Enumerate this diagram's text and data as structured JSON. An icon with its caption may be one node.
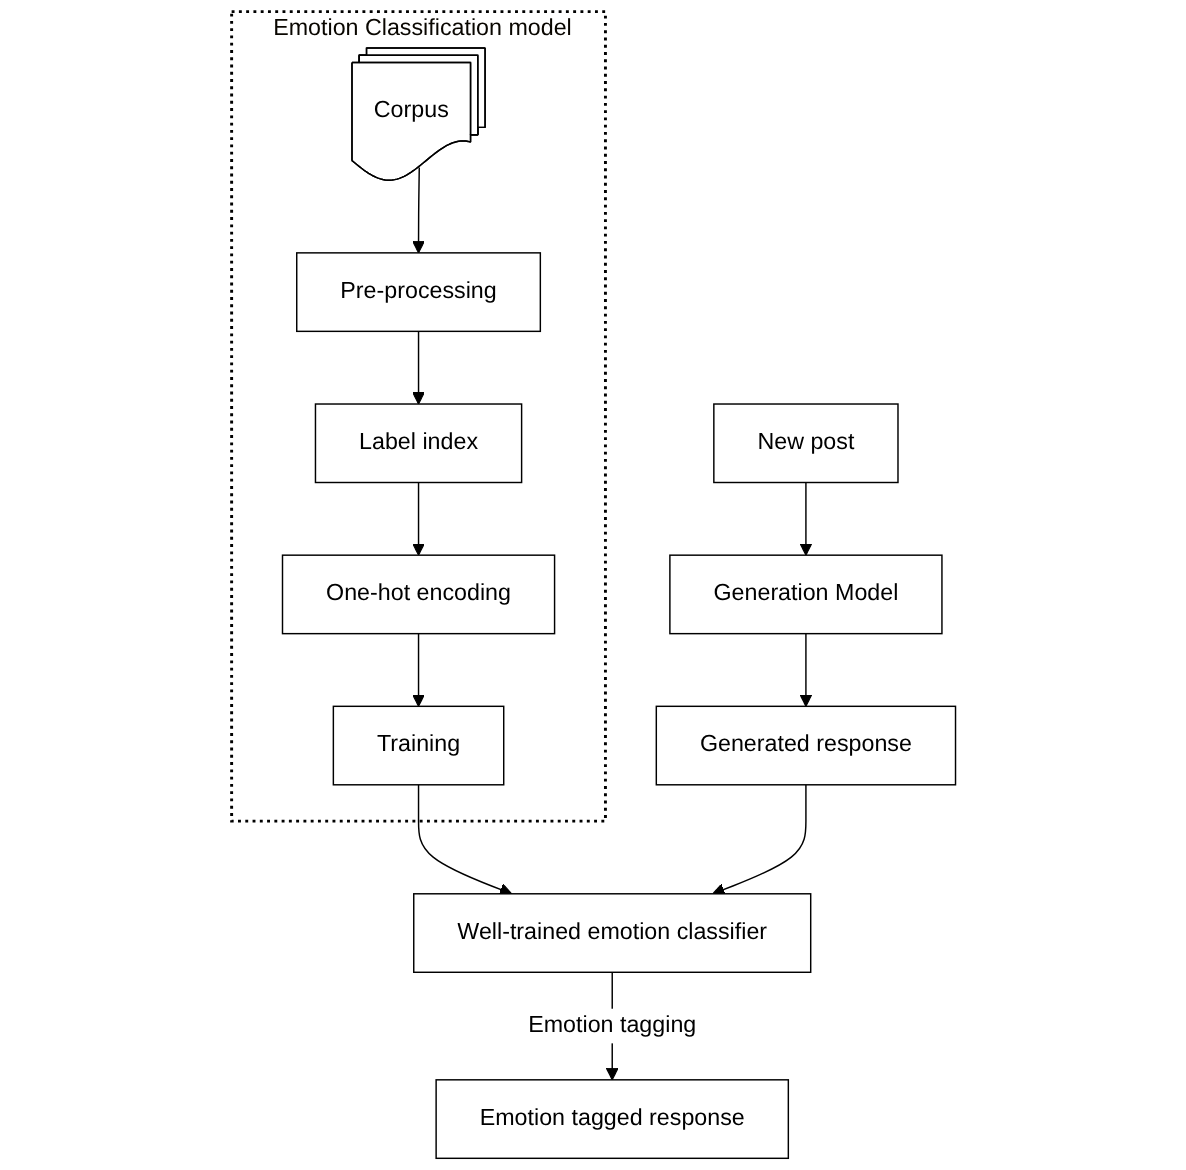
{
  "diagram": {
    "nodes": [
      {
        "text": [
          "Emotion Classification model"
        ]
      },
      {
        "text": [
          "Corpus"
        ],
        "in": 0
      },
      {
        "text": [
          "Pre-processing"
        ],
        "in": 0
      },
      {
        "text": [
          "Label index"
        ],
        "in": 0
      },
      {
        "text": [
          "One-hot encoding"
        ],
        "in": 0
      },
      {
        "text": [
          "Training"
        ],
        "in": 0
      },
      {
        "text": [
          "New post"
        ]
      },
      {
        "text": [
          "Generation Model"
        ]
      },
      {
        "text": [
          "Generated response"
        ]
      },
      {
        "text": [
          "Well-trained emotion classifier"
        ]
      },
      {
        "text": [
          "Emotion tagged response"
        ]
      }
    ],
    "edges": [
      {
        "from": 1,
        "to": 2,
        "arrow": "to"
      },
      {
        "from": 2,
        "to": 3,
        "arrow": "to"
      },
      {
        "from": 3,
        "to": 4,
        "arrow": "to"
      },
      {
        "from": 4,
        "to": 5,
        "arrow": "to"
      },
      {
        "from": 5,
        "to": 9,
        "arrow": "to"
      },
      {
        "from": 6,
        "to": 7,
        "arrow": "to"
      },
      {
        "from": 7,
        "to": 8,
        "arrow": "to"
      },
      {
        "from": 8,
        "to": 9,
        "arrow": "to"
      },
      {
        "from": 9,
        "to": 10,
        "arrow": "to",
        "label": "Emotion tagging"
      }
    ]
  }
}
